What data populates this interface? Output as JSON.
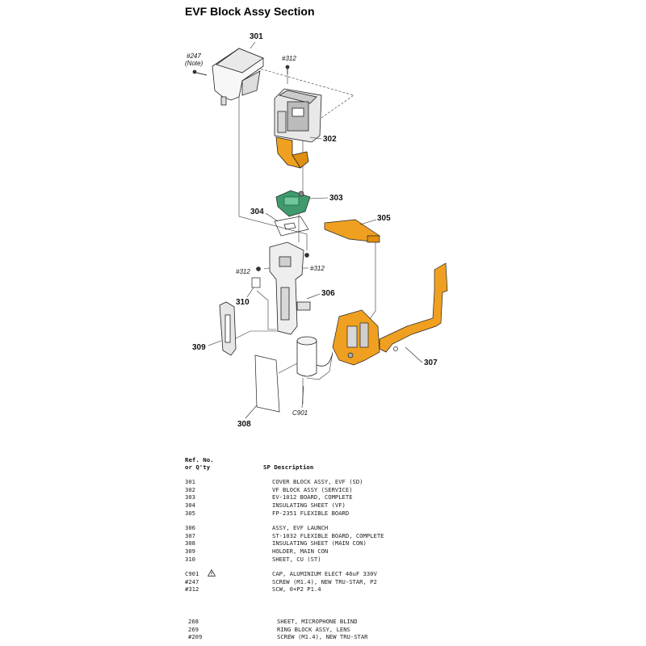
{
  "title": "EVF Block Assy Section",
  "diagram": {
    "labels": {
      "p301": "301",
      "p302": "302",
      "p303": "303",
      "p304": "304",
      "p305": "305",
      "p306": "306",
      "p307": "307",
      "p308": "308",
      "p309": "309",
      "p310": "310",
      "c901": "C901",
      "s247": "#247",
      "note": "(Note)",
      "s312a": "#312",
      "s312b": "#312",
      "s312c": "#312"
    },
    "colors": {
      "flex": "#f0a020",
      "board": "#3f9a6e",
      "line": "#222222"
    }
  },
  "table": {
    "header": {
      "ref_line1": "Ref. No.",
      "ref_line2": "or Q'ty",
      "sp_desc": "SP Description"
    },
    "groups": [
      [
        {
          "ref": "301",
          "desc": "COVER BLOCK ASSY, EVF (SD)"
        },
        {
          "ref": "302",
          "desc": "VF BLOCK ASSY (SERVICE)"
        },
        {
          "ref": "303",
          "desc": "EV-1012 BOARD, COMPLETE"
        },
        {
          "ref": "304",
          "desc": "INSULATING SHEET (VF)"
        },
        {
          "ref": "305",
          "desc": "FP-2351 FLEXIBLE BOARD"
        }
      ],
      [
        {
          "ref": "306",
          "desc": "ASSY, EVF LAUNCH"
        },
        {
          "ref": "307",
          "desc": "ST-1032 FLEXIBLE BOARD, COMPLETE"
        },
        {
          "ref": "308",
          "desc": "INSULATING SHEET (MAIN CON)"
        },
        {
          "ref": "309",
          "desc": "HOLDER, MAIN CON"
        },
        {
          "ref": "310",
          "desc": "SHEET, CU (ST)"
        }
      ],
      [
        {
          "ref": "C901",
          "desc": "CAP, ALUMINIUM ELECT 46uF 330V",
          "warning": true
        },
        {
          "ref": "#247",
          "desc": "SCREW (M1.4), NEW TRU-STAR, P2"
        },
        {
          "ref": "#312",
          "desc": "SCW, 0+P2 P1.4"
        }
      ],
      [
        {
          "ref": "268",
          "desc": "SHEET, MICROPHONE BLIND"
        },
        {
          "ref": "269",
          "desc": "RING BLOCK ASSY, LENS"
        },
        {
          "ref": "#209",
          "desc": "SCREW (M1.4), NEW TRU-STAR"
        }
      ]
    ]
  }
}
